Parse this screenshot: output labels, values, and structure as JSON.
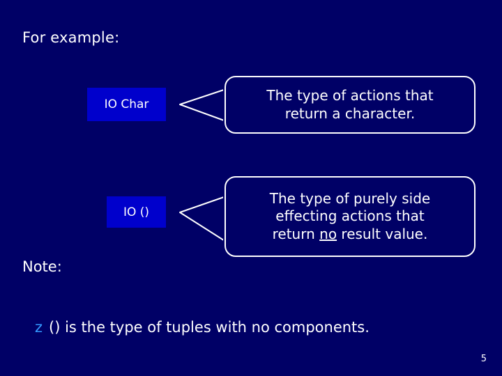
{
  "slide": {
    "heading": "For example:",
    "note_label": "Note:",
    "page_number": "5",
    "items": [
      {
        "term": "IO Char",
        "description_line1": "The type of actions that",
        "description_line2": "return a character."
      },
      {
        "term": "IO ()",
        "description_line1": "The type of purely side",
        "description_line2": "effecting actions that",
        "description_line3_pre": "return ",
        "description_line3_underlined": "no",
        "description_line3_post": " result value."
      }
    ],
    "bullet": {
      "marker": "z",
      "text": "() is the type of tuples with no components."
    },
    "colors": {
      "background": "#000066",
      "term_box": "#0000cc",
      "text": "#ffffff",
      "bullet_marker": "#3399ff"
    }
  }
}
